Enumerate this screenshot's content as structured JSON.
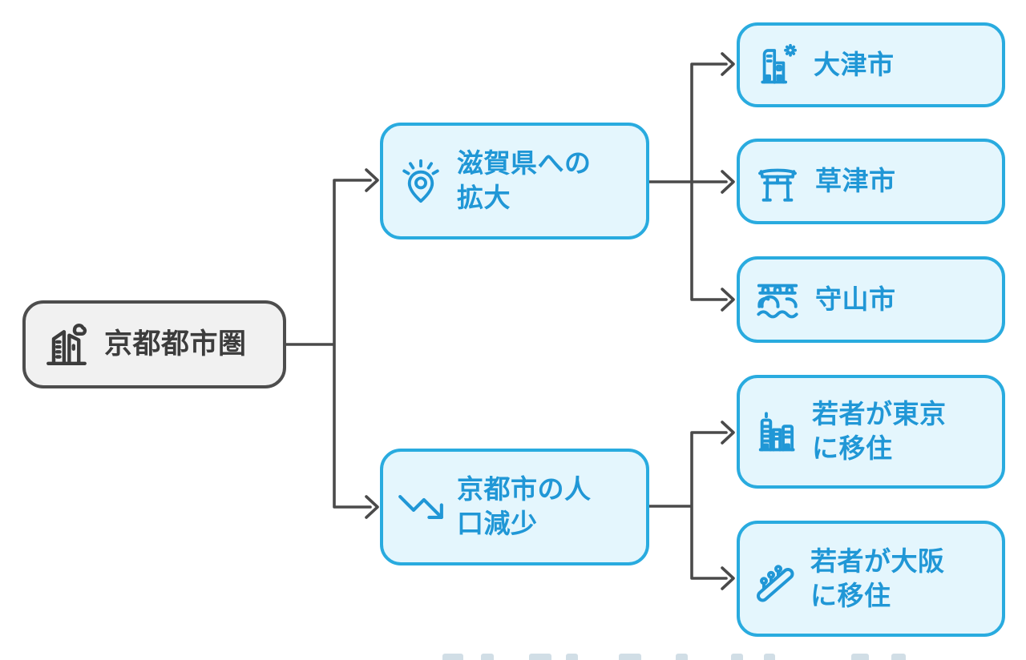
{
  "diagram": {
    "type": "mindmap-flowchart",
    "direction": "left-to-right",
    "root": {
      "label": "京都都市圏",
      "icon": "city-cloud-icon"
    },
    "branches": [
      {
        "label": "滋賀県への拡大",
        "icon": "map-pin-rays-icon",
        "children": [
          {
            "label": "大津市",
            "icon": "building-sun-icon"
          },
          {
            "label": "草津市",
            "icon": "torii-gate-icon"
          },
          {
            "label": "守山市",
            "icon": "bridge-water-icon"
          }
        ]
      },
      {
        "label": "京都市の人口減少",
        "icon": "trending-down-icon",
        "children": [
          {
            "label": "若者が東京に移住",
            "icon": "city-skyline-icon"
          },
          {
            "label": "若者が大阪に移住",
            "icon": "escalator-people-icon"
          }
        ]
      }
    ],
    "colors": {
      "accent_border": "#29abdf",
      "node_fill": "#e4f6fd",
      "node_text": "#2097d6",
      "root_fill": "#f1f1f1",
      "root_border": "#4d4d4d",
      "root_text": "#3c3c3c",
      "connector": "#4a4a4a",
      "background": "#ffffff"
    }
  }
}
